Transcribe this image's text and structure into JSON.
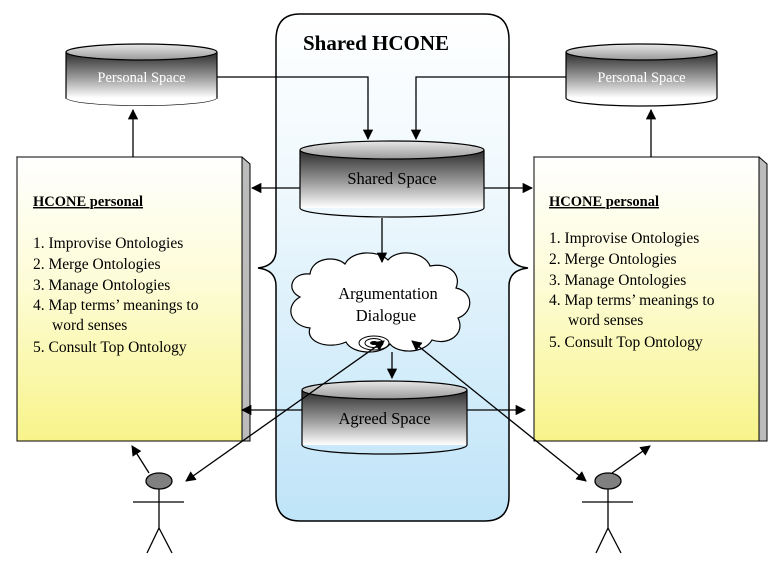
{
  "title": "Shared HCONE",
  "personal_space_left": "Personal Space",
  "personal_space_right": "Personal Space",
  "shared_space": "Shared Space",
  "agreed_space": "Agreed Space",
  "argumentation_line1": "Argumentation",
  "argumentation_line2": "Dialogue",
  "hcone_left": {
    "heading": "HCONE personal",
    "items": [
      "1. Improvise Ontologies",
      "2. Merge Ontologies",
      "3. Manage Ontologies",
      "4. Map terms’ meanings to",
      "word senses",
      "5. Consult Top Ontology"
    ]
  },
  "hcone_right": {
    "heading": "HCONE personal",
    "items": [
      "1. Improvise Ontologies",
      "2. Merge Ontologies",
      "3. Manage Ontologies",
      "4. Map terms’ meanings to",
      "word senses",
      "5. Consult Top Ontology"
    ]
  },
  "colors": {
    "yellow_top": "#ffffff",
    "yellow_bottom": "#f8f48a",
    "blue_top": "#ffffff",
    "blue_bottom": "#bfe4f8",
    "cylinder_dark": "#2a2a2a",
    "cylinder_light": "#ffffff"
  }
}
